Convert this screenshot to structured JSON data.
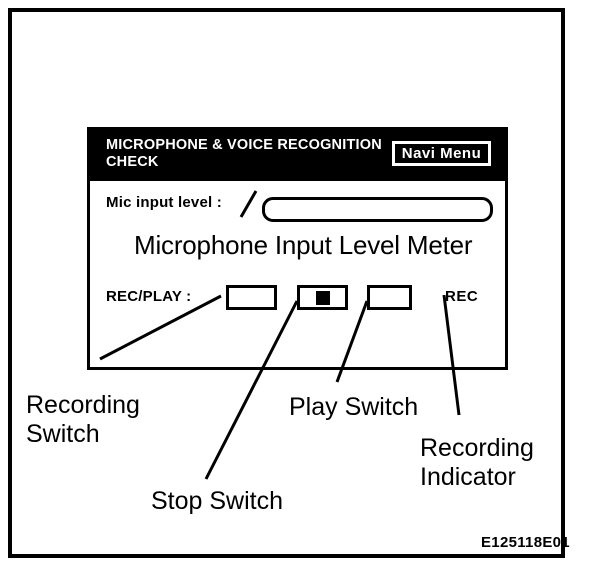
{
  "figure": {
    "code": "E125118E01"
  },
  "panel": {
    "title": "MICROPHONE & VOICE RECOGNITION\nCHECK",
    "navi_menu_label": "Navi Menu",
    "mic_level_label": "Mic input level :",
    "recplay_label": "REC/PLAY :",
    "rec_indicator_label": "REC",
    "switches": [
      {
        "name": "recording-switch",
        "icon": ""
      },
      {
        "name": "stop-switch",
        "icon": "filled-square"
      },
      {
        "name": "play-switch",
        "icon": ""
      }
    ]
  },
  "callouts": {
    "meter": "Microphone Input Level Meter",
    "recording_switch": "Recording\nSwitch",
    "stop_switch": "Stop Switch",
    "play_switch": "Play Switch",
    "recording_indicator": "Recording\nIndicator"
  },
  "colors": {
    "ink": "#000000",
    "paper": "#ffffff"
  }
}
